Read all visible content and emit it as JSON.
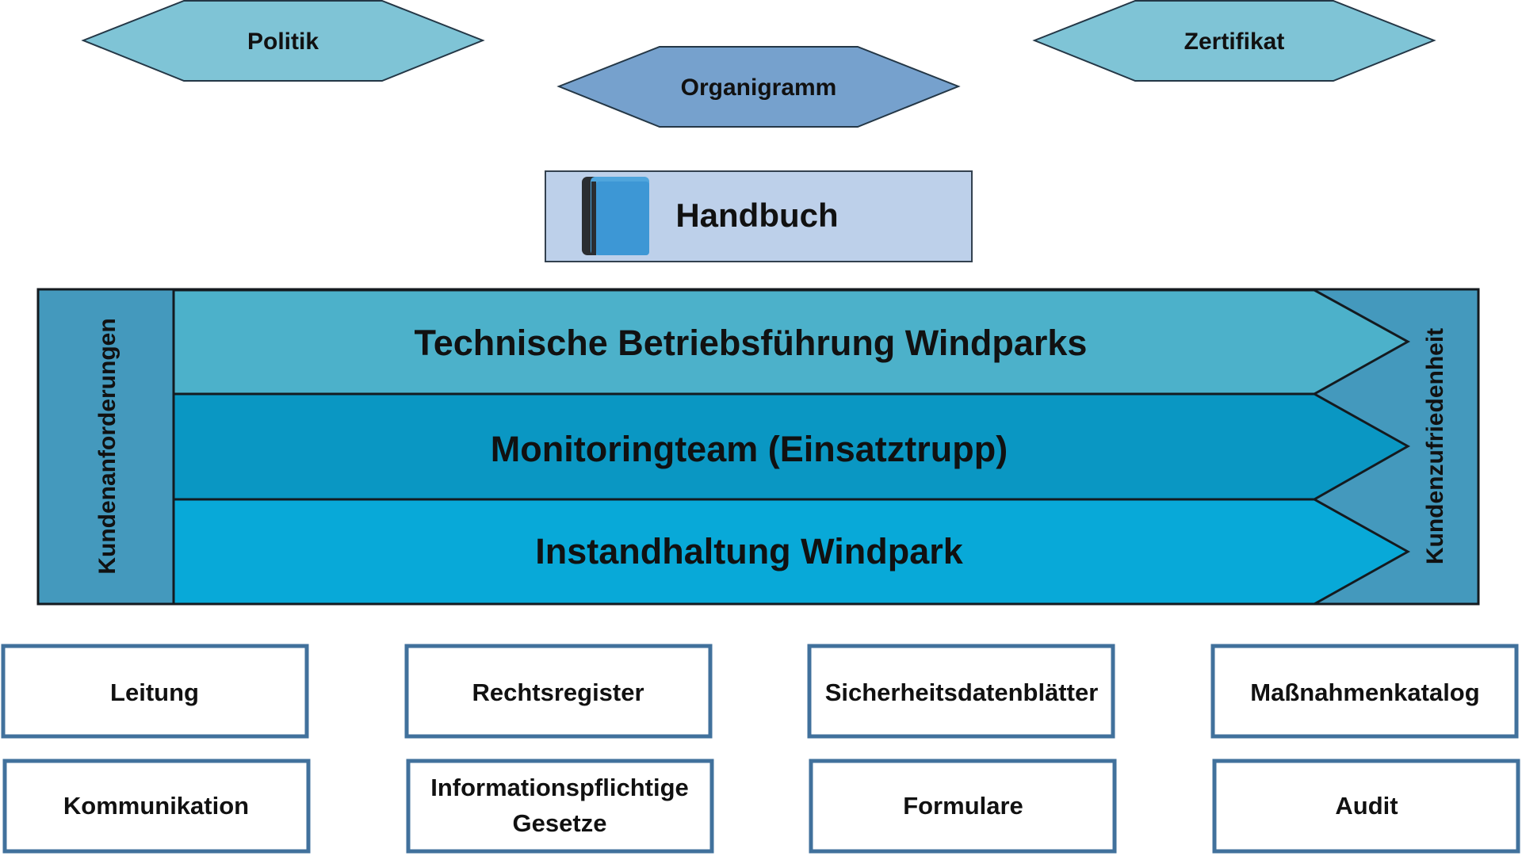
{
  "top": {
    "politik": "Politik",
    "organigramm": "Organigramm",
    "zertifikat": "Zertifikat"
  },
  "handbuch": {
    "label": "Handbuch",
    "icon": "book-icon"
  },
  "process": {
    "left_label": "Kundenanforderungen",
    "right_label": "Kundenzufriedenheit",
    "rows": [
      {
        "label": "Technische Betriebsführung Windparks"
      },
      {
        "label": "Monitoringteam (Einsatztrupp)"
      },
      {
        "label": "Instandhaltung Windpark"
      }
    ]
  },
  "documents": {
    "row1": [
      "Leitung",
      "Rechtsregister",
      "Sicherheitsdatenblätter",
      "Maßnahmenkatalog"
    ],
    "row2": [
      "Kommunikation",
      "Informationspflichtige",
      "Formulare",
      "Audit"
    ],
    "row2_extra": "Gesetze"
  },
  "colors": {
    "politik_fill": "#7fc4d6",
    "organigramm_fill": "#76a1cd",
    "handbuch_fill": "#bdd0ea",
    "side_panel": "#4499bd",
    "row1_fill": "#4cb1ca",
    "row2_fill": "#0a97c3",
    "row3_fill": "#08a9d8",
    "box_border": "#41719c"
  }
}
